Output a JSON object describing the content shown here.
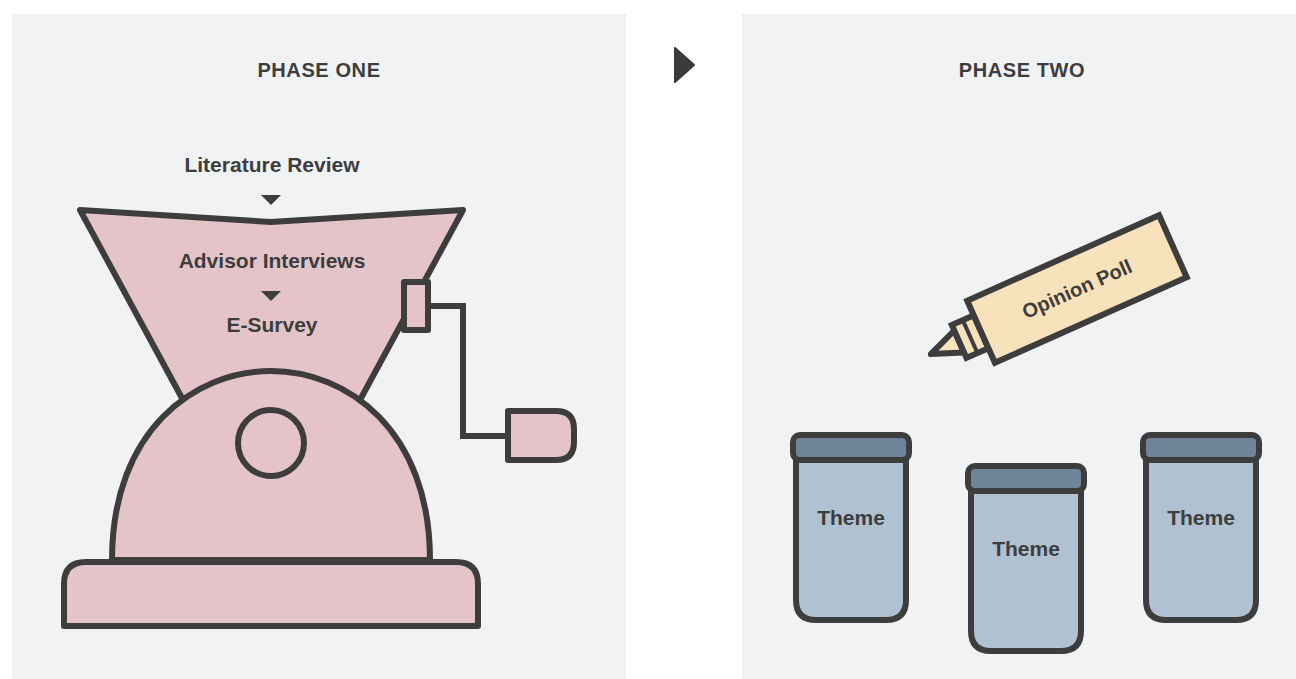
{
  "diagram": {
    "nodes": [
      {
        "text": [
          "PHASE ONE"
        ]
      },
      {
        "text": [
          "Literature Review",
          "Advisor Interviews",
          "E-Survey"
        ],
        "in": 0
      },
      {
        "text": [
          "PHASE TWO"
        ]
      },
      {
        "text": [
          "Opinion Poll"
        ],
        "in": 2
      },
      {
        "text": [
          "Theme"
        ],
        "in": 2
      },
      {
        "text": [
          "Theme"
        ],
        "in": 2
      },
      {
        "text": [
          "Theme"
        ],
        "in": 2
      }
    ],
    "edges": [
      {
        "from": 0,
        "to": 2,
        "arrow": "to"
      }
    ]
  }
}
